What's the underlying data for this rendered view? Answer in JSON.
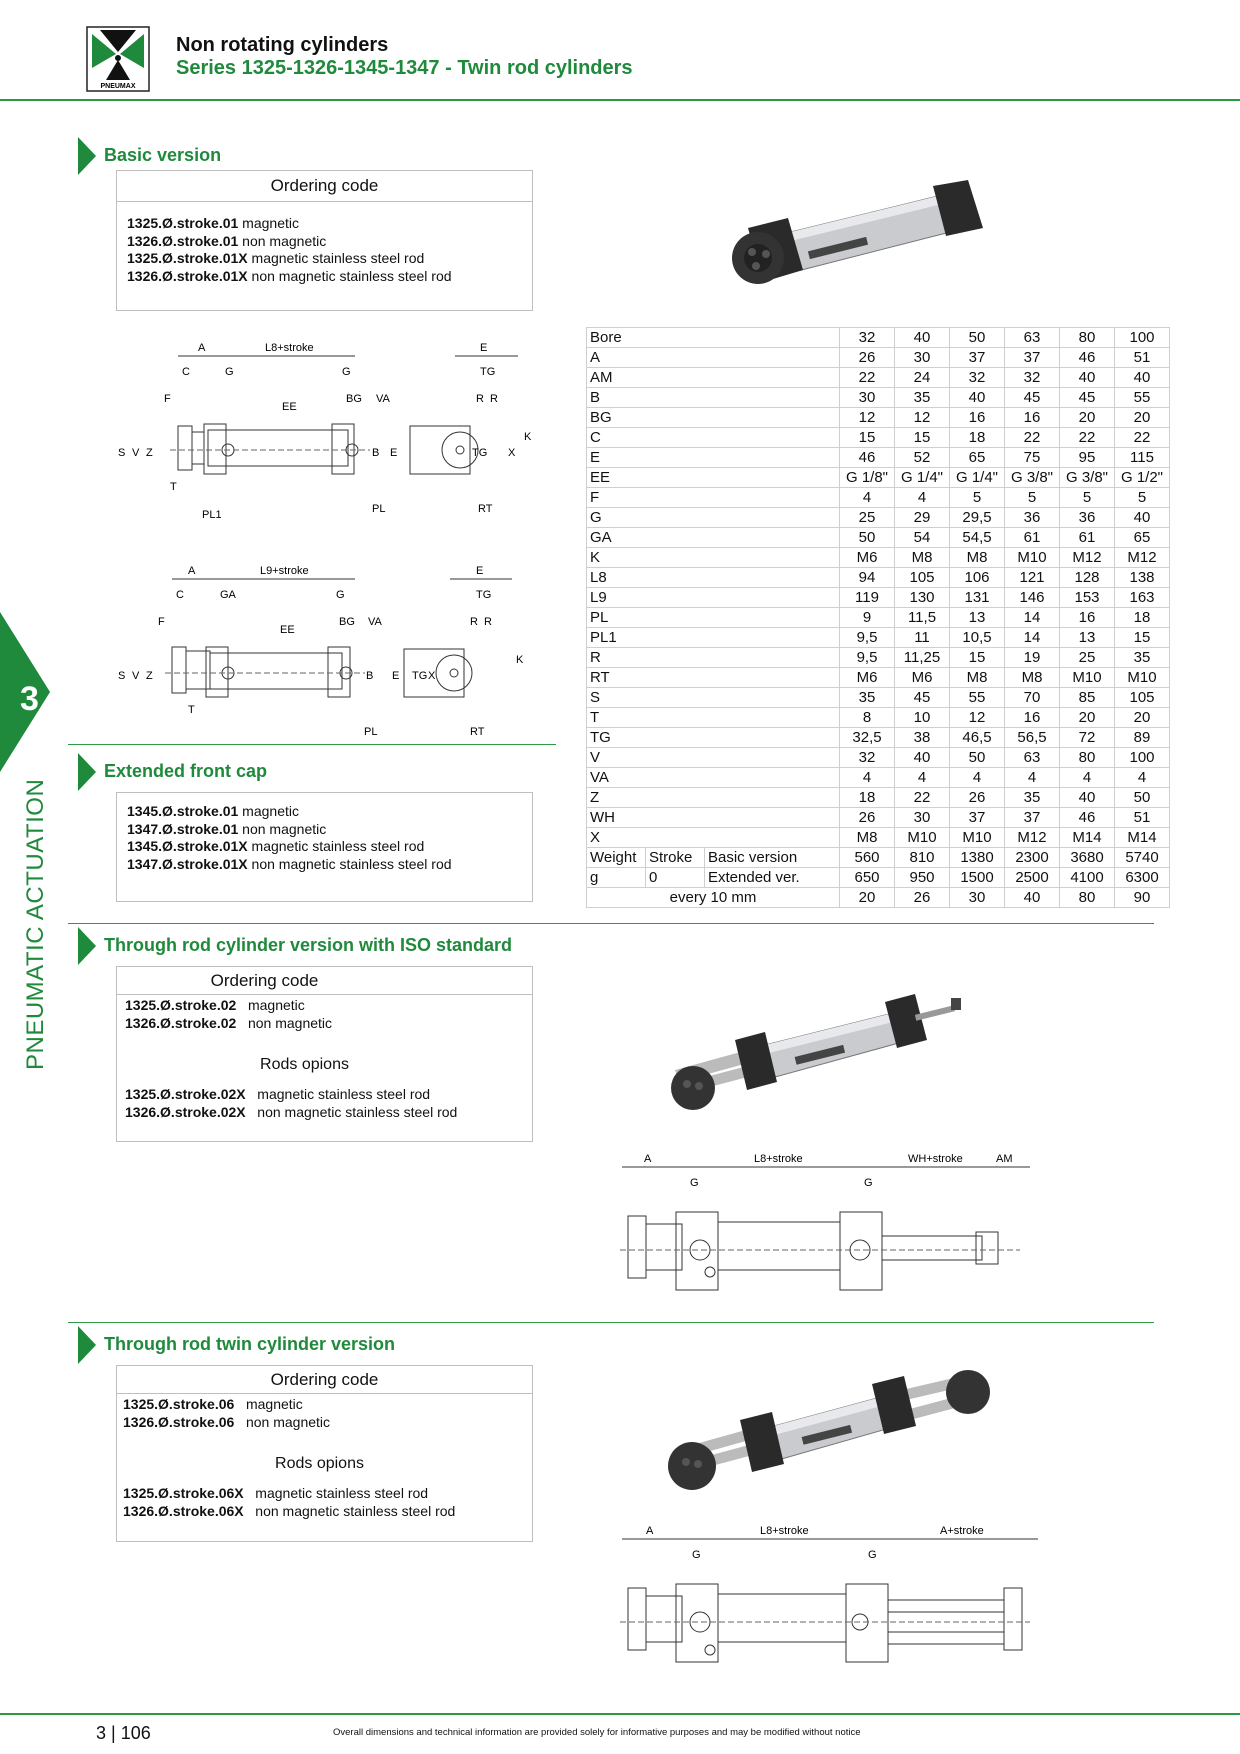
{
  "header": {
    "logo_text": "PNEUMAX",
    "title": "Non rotating cylinders",
    "subtitle": "Series 1325-1326-1345-1347 - Twin rod cylinders"
  },
  "side": {
    "chapter_number": "3",
    "chapter_label": "PNEUMATIC ACTUATION"
  },
  "basic": {
    "title": "Basic version",
    "box_title": "Ordering code",
    "lines": [
      {
        "code": "1325.Ø.stroke.01",
        "desc": " magnetic"
      },
      {
        "code": "1326.Ø.stroke.01",
        "desc": " non magnetic"
      },
      {
        "code": "1325.Ø.stroke.01X",
        "desc": " magnetic stainless steel rod"
      },
      {
        "code": "1326.Ø.stroke.01X",
        "desc": " non magnetic stainless steel rod"
      }
    ]
  },
  "extended": {
    "title": "Extended front cap",
    "lines": [
      {
        "code": "1345.Ø.stroke.01",
        "desc": " magnetic"
      },
      {
        "code": "1347.Ø.stroke.01",
        "desc": " non magnetic"
      },
      {
        "code": "1345.Ø.stroke.01X",
        "desc": " magnetic stainless steel rod"
      },
      {
        "code": "1347.Ø.stroke.01X",
        "desc": " non magnetic stainless steel rod"
      }
    ]
  },
  "through_iso": {
    "title": "Through rod cylinder version with ISO standard",
    "box_title": "Ordering code",
    "lines": [
      {
        "code": "1325.Ø.stroke.02",
        "desc": "   magnetic"
      },
      {
        "code": "1326.Ø.stroke.02",
        "desc": "   non magnetic"
      }
    ],
    "rods_title": "Rods opions",
    "rod_lines": [
      {
        "code": "1325.Ø.stroke.02X",
        "desc": "   magnetic stainless steel rod"
      },
      {
        "code": "1326.Ø.stroke.02X",
        "desc": "   non magnetic stainless steel rod"
      }
    ]
  },
  "through_twin": {
    "title": "Through rod twin cylinder version",
    "box_title": "Ordering code",
    "lines": [
      {
        "code": "1325.Ø.stroke.06",
        "desc": "   magnetic"
      },
      {
        "code": "1326.Ø.stroke.06",
        "desc": "   non magnetic"
      }
    ],
    "rods_title": "Rods opions",
    "rod_lines": [
      {
        "code": "1325.Ø.stroke.06X",
        "desc": "   magnetic stainless steel rod"
      },
      {
        "code": "1326.Ø.stroke.06X",
        "desc": "   non magnetic stainless steel rod"
      }
    ]
  },
  "drawing_labels": {
    "basic": [
      "A",
      "L8+stroke",
      "E",
      "C",
      "G",
      "G",
      "TG",
      "F",
      "BG",
      "VA",
      "R",
      "R",
      "EE",
      "S",
      "V",
      "Z",
      "B",
      "E",
      "TG",
      "X",
      "K",
      "T",
      "PL1",
      "PL",
      "RT"
    ],
    "extended": [
      "A",
      "L9+stroke",
      "E",
      "C",
      "GA",
      "G",
      "TG",
      "F",
      "BG",
      "VA",
      "R",
      "R",
      "EE",
      "S",
      "V",
      "Z",
      "B",
      "E",
      "TG",
      "X",
      "K",
      "T",
      "PL",
      "RT"
    ],
    "through_iso": [
      "A",
      "L8+stroke",
      "WH+stroke",
      "AM",
      "G",
      "G"
    ],
    "through_twin": [
      "A",
      "L8+stroke",
      "A+stroke",
      "G",
      "G"
    ]
  },
  "table": {
    "rows": [
      {
        "label": "Bore",
        "v": [
          "32",
          "40",
          "50",
          "63",
          "80",
          "100"
        ]
      },
      {
        "label": "A",
        "v": [
          "26",
          "30",
          "37",
          "37",
          "46",
          "51"
        ]
      },
      {
        "label": "AM",
        "v": [
          "22",
          "24",
          "32",
          "32",
          "40",
          "40"
        ]
      },
      {
        "label": "B",
        "v": [
          "30",
          "35",
          "40",
          "45",
          "45",
          "55"
        ]
      },
      {
        "label": "BG",
        "v": [
          "12",
          "12",
          "16",
          "16",
          "20",
          "20"
        ]
      },
      {
        "label": "C",
        "v": [
          "15",
          "15",
          "18",
          "22",
          "22",
          "22"
        ]
      },
      {
        "label": "E",
        "v": [
          "46",
          "52",
          "65",
          "75",
          "95",
          "115"
        ]
      },
      {
        "label": "EE",
        "v": [
          "G 1/8\"",
          "G 1/4\"",
          "G 1/4\"",
          "G 3/8\"",
          "G 3/8\"",
          "G 1/2\""
        ]
      },
      {
        "label": "F",
        "v": [
          "4",
          "4",
          "5",
          "5",
          "5",
          "5"
        ]
      },
      {
        "label": "G",
        "v": [
          "25",
          "29",
          "29,5",
          "36",
          "36",
          "40"
        ]
      },
      {
        "label": "GA",
        "v": [
          "50",
          "54",
          "54,5",
          "61",
          "61",
          "65"
        ]
      },
      {
        "label": "K",
        "v": [
          "M6",
          "M8",
          "M8",
          "M10",
          "M12",
          "M12"
        ]
      },
      {
        "label": "L8",
        "v": [
          "94",
          "105",
          "106",
          "121",
          "128",
          "138"
        ]
      },
      {
        "label": "L9",
        "v": [
          "119",
          "130",
          "131",
          "146",
          "153",
          "163"
        ]
      },
      {
        "label": "PL",
        "v": [
          "9",
          "11,5",
          "13",
          "14",
          "16",
          "18"
        ]
      },
      {
        "label": "PL1",
        "v": [
          "9,5",
          "11",
          "10,5",
          "14",
          "13",
          "15"
        ]
      },
      {
        "label": "R",
        "v": [
          "9,5",
          "11,25",
          "15",
          "19",
          "25",
          "35"
        ]
      },
      {
        "label": "RT",
        "v": [
          "M6",
          "M6",
          "M8",
          "M8",
          "M10",
          "M10"
        ]
      },
      {
        "label": "S",
        "v": [
          "35",
          "45",
          "55",
          "70",
          "85",
          "105"
        ]
      },
      {
        "label": "T",
        "v": [
          "8",
          "10",
          "12",
          "16",
          "20",
          "20"
        ]
      },
      {
        "label": "TG",
        "v": [
          "32,5",
          "38",
          "46,5",
          "56,5",
          "72",
          "89"
        ]
      },
      {
        "label": "V",
        "v": [
          "32",
          "40",
          "50",
          "63",
          "80",
          "100"
        ]
      },
      {
        "label": "VA",
        "v": [
          "4",
          "4",
          "4",
          "4",
          "4",
          "4"
        ]
      },
      {
        "label": "Z",
        "v": [
          "18",
          "22",
          "26",
          "35",
          "40",
          "50"
        ]
      },
      {
        "label": "WH",
        "v": [
          "26",
          "30",
          "37",
          "37",
          "46",
          "51"
        ]
      },
      {
        "label": "X",
        "v": [
          "M8",
          "M10",
          "M10",
          "M12",
          "M14",
          "M14"
        ]
      }
    ],
    "weight": {
      "label1": "Weight",
      "label2": "g",
      "stroke_label": "Stroke",
      "stroke_value": "0",
      "basic_label": "Basic version",
      "basic_v": [
        "560",
        "810",
        "1380",
        "2300",
        "3680",
        "5740"
      ],
      "ext_label": "Extended ver.",
      "ext_v": [
        "650",
        "950",
        "1500",
        "2500",
        "4100",
        "6300"
      ],
      "every_label": "every 10 mm",
      "every_v": [
        "20",
        "26",
        "30",
        "40",
        "80",
        "90"
      ]
    }
  },
  "footer": {
    "page": "3 | 106",
    "note": "Overall dimensions and technical information are provided solely for informative purposes and may be modified without notice"
  }
}
